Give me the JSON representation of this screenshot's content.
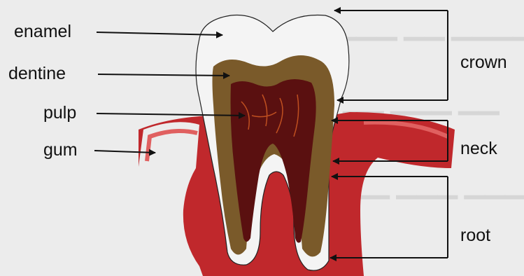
{
  "labels": {
    "enamel": "enamel",
    "dentine": "dentine",
    "pulp": "pulp",
    "gum": "gum",
    "crown": "crown",
    "neck": "neck",
    "root": "root"
  },
  "colors": {
    "background": "#ececec",
    "enamel": "#f4f4f4",
    "dentine": "#7a5a2a",
    "pulp": "#5a1010",
    "gum": "#c0282c",
    "arrows": "#111111"
  }
}
